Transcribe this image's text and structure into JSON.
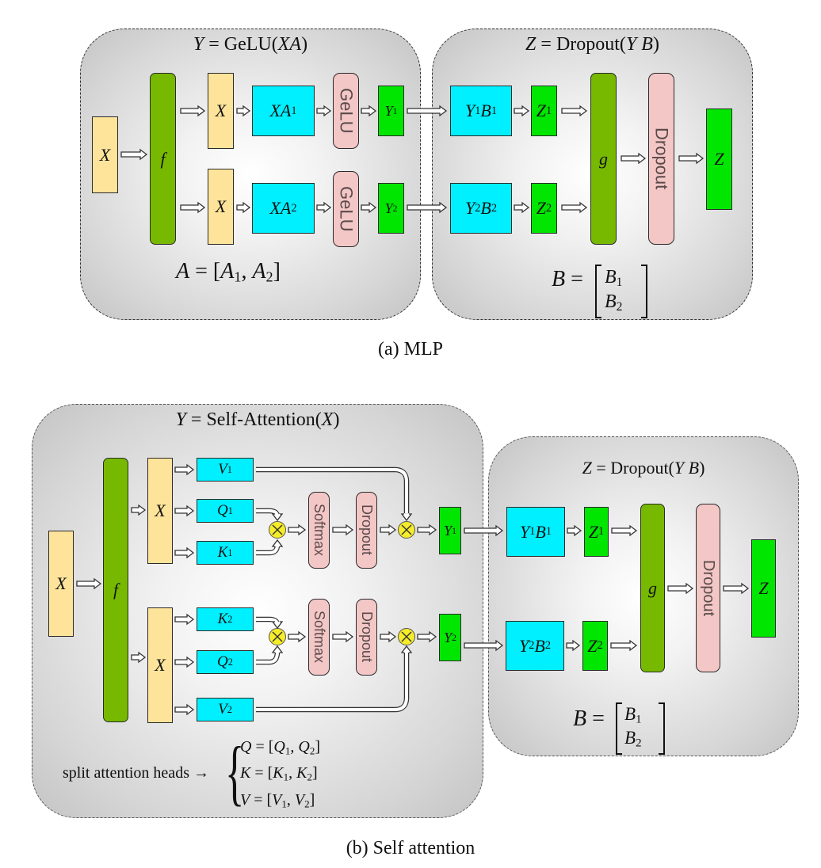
{
  "figure": {
    "subfigures": [
      {
        "id": "a",
        "caption": "(a)  MLP",
        "left_panel": {
          "title": "Y = GeLU(XA)",
          "footer_equation": "A = [A1, A2]",
          "input": "X",
          "split_op": "f",
          "branches": [
            {
              "input": "X",
              "matmul": "XA1",
              "activation": "GeLU",
              "output": "Y1"
            },
            {
              "input": "X",
              "matmul": "XA2",
              "activation": "GeLU",
              "output": "Y2"
            }
          ]
        },
        "right_panel": {
          "title": "Z = Dropout(YB)",
          "footer_equation": "B = [B1; B2]",
          "branches": [
            {
              "matmul": "Y1B1",
              "output": "Z1"
            },
            {
              "matmul": "Y2B2",
              "output": "Z2"
            }
          ],
          "reduce_op": "g",
          "dropout": "Dropout",
          "output": "Z"
        }
      },
      {
        "id": "b",
        "caption": "(b) Self attention",
        "left_panel": {
          "title": "Y = Self-Attention(X)",
          "input": "X",
          "split_op": "f",
          "branches": [
            {
              "input": "X",
              "projections": [
                "V1",
                "Q1",
                "K1"
              ],
              "softmax": "Softmax",
              "dropout": "Dropout",
              "output": "Y1"
            },
            {
              "input": "X",
              "projections": [
                "K2",
                "Q2",
                "V2"
              ],
              "softmax": "Softmax",
              "dropout": "Dropout",
              "output": "Y2"
            }
          ],
          "split_note": "split attention heads →",
          "split_equations": [
            "Q = [Q1, Q2]",
            "K = [K1, K2]",
            "V = [V1, V2]"
          ]
        },
        "right_panel": {
          "title": "Z = Dropout(YB)",
          "footer_equation": "B = [B1; B2]",
          "branches": [
            {
              "matmul": "Y1B1",
              "output": "Z1"
            },
            {
              "matmul": "Y2B2",
              "output": "Z2"
            }
          ],
          "reduce_op": "g",
          "dropout": "Dropout",
          "output": "Z"
        }
      }
    ],
    "colors": {
      "input_box": "#fde49a",
      "split_reduce_op": "#76b900",
      "matmul_box": "#00f0ff",
      "output_box": "#00e600",
      "activation_box": "#f4c7c7",
      "multiply_node": "#f5ec2a"
    }
  }
}
